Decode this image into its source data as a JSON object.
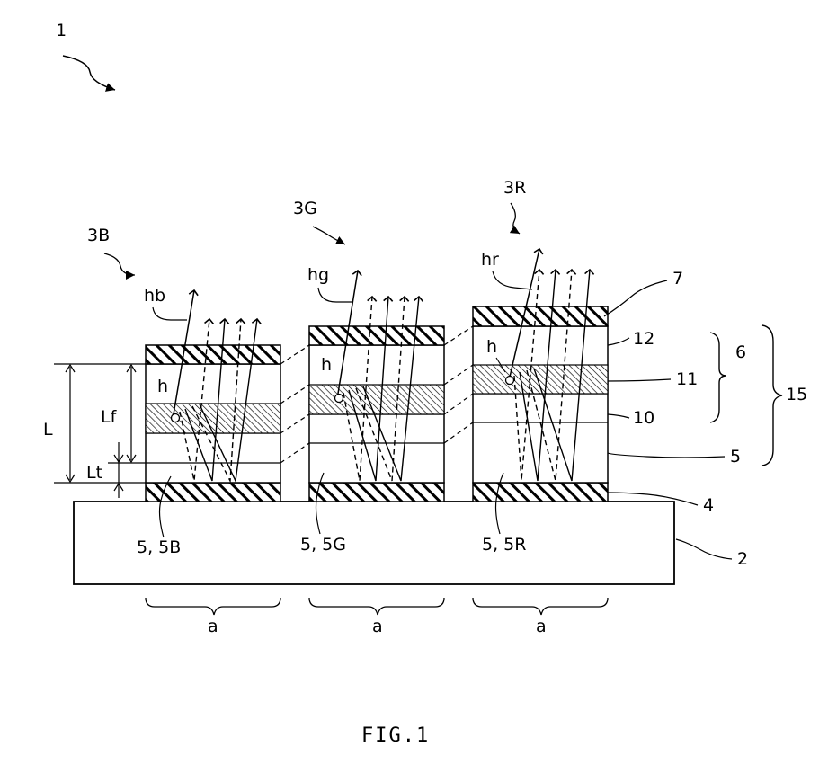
{
  "figure": {
    "number_label": "1",
    "caption": "FIG.1",
    "labels": {
      "pixel_b": "3B",
      "pixel_g": "3G",
      "pixel_r": "3R",
      "light_b": "hb",
      "light_g": "hg",
      "light_r": "hr",
      "emission_b": "h",
      "emission_g": "h",
      "emission_r": "h",
      "length_total": "L",
      "length_f": "Lf",
      "length_t": "Lt",
      "layer_b": "5, 5B",
      "layer_g": "5, 5G",
      "layer_r": "5, 5R",
      "width_b": "a",
      "width_g": "a",
      "width_r": "a",
      "ref_7": "7",
      "ref_12": "12",
      "ref_6": "6",
      "ref_11": "11",
      "ref_15": "15",
      "ref_10": "10",
      "ref_5": "5",
      "ref_4": "4",
      "ref_2": "2"
    }
  }
}
